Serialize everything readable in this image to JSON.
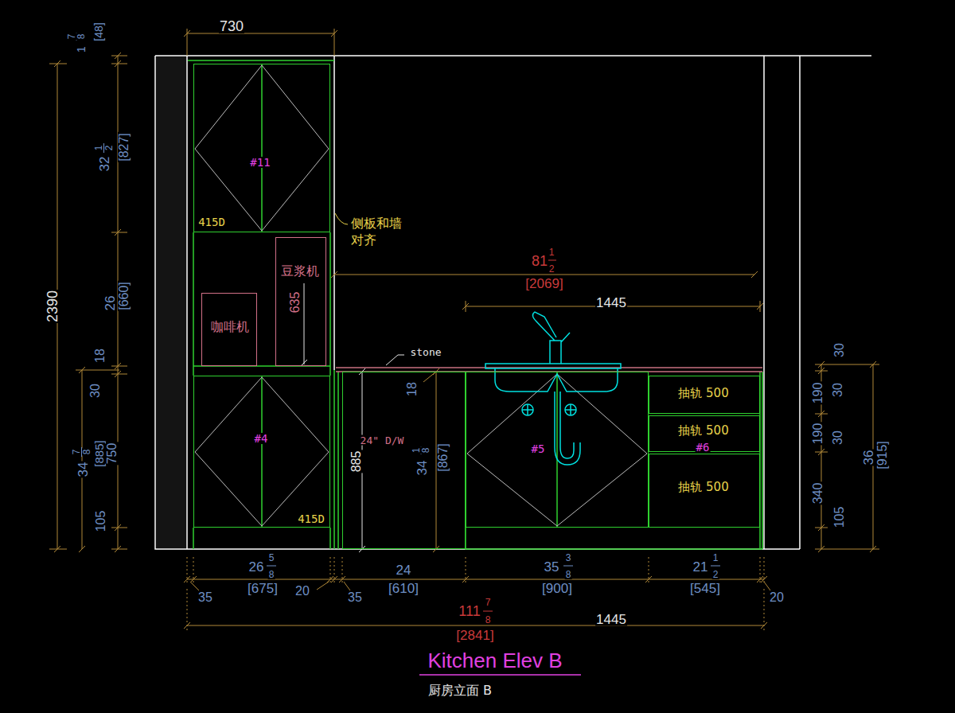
{
  "diagram": {
    "title": "Kitchen Elev B",
    "caption": "厨房立面 B",
    "nodes": [
      {
        "text": [
          "#11",
          "415D"
        ]
      },
      {
        "text": [
          "咖啡机"
        ]
      },
      {
        "text": [
          "豆浆机"
        ]
      },
      {
        "text": [
          "#4",
          "415D"
        ]
      },
      {
        "text": [
          "24\" D/W"
        ]
      },
      {
        "text": [
          "#5"
        ]
      },
      {
        "text": [
          "抽轨 500"
        ]
      },
      {
        "text": [
          "抽轨 500"
        ]
      },
      {
        "text": [
          "抽轨 500"
        ]
      }
    ],
    "labels": [
      "730",
      "1",
      "7",
      "8",
      "[48]",
      "2390",
      "32",
      "1",
      "2",
      "[827]",
      "26",
      "[660]",
      "18",
      "30",
      "34",
      "7",
      "8",
      "[885]",
      "750",
      "105",
      "侧板和墙 对齐",
      "81",
      "1",
      "2",
      "[2069]",
      "1445",
      "635",
      "stone",
      "18",
      "885",
      "34",
      "1",
      "8",
      "[867]",
      "#6",
      "30",
      "190",
      "30",
      "190",
      "30",
      "340",
      "105",
      "36",
      "[915]",
      "26",
      "5",
      "8",
      "[675]",
      "35",
      "20",
      "35",
      "24",
      "[610]",
      "35",
      "3",
      "8",
      "[900]",
      "21",
      "1",
      "2",
      "[545]",
      "20",
      "111",
      "7",
      "8",
      "[2841]",
      "1445"
    ]
  }
}
